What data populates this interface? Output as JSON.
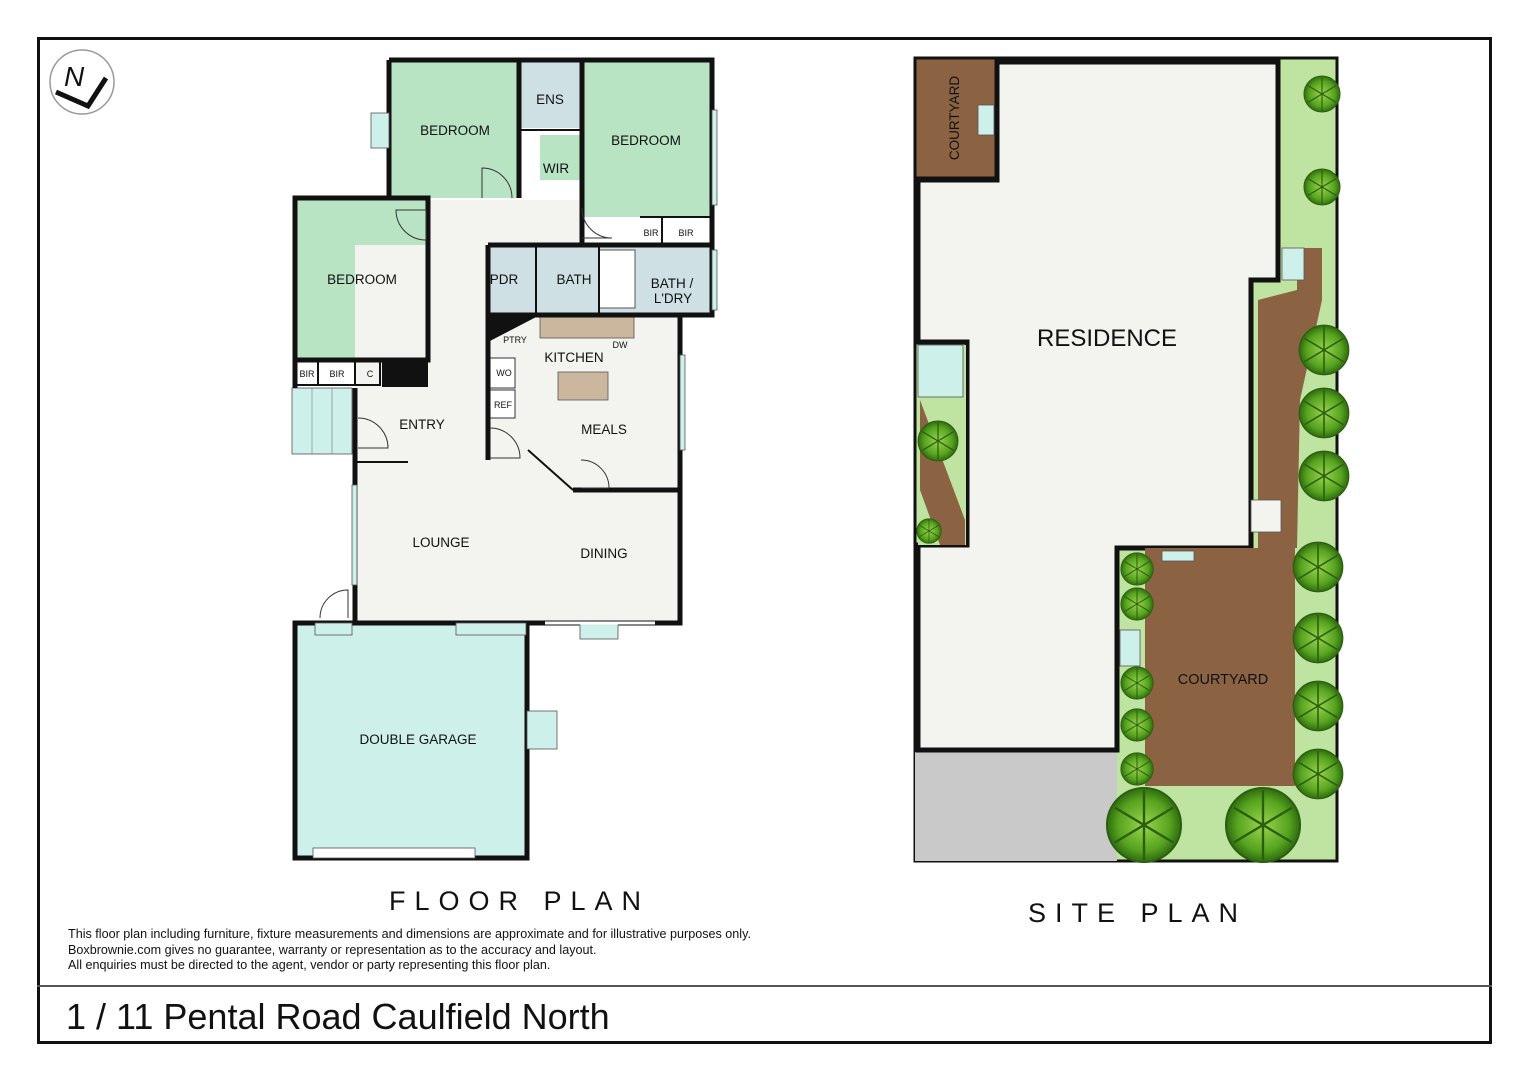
{
  "floor_plan": {
    "title": "FLOOR PLAN",
    "rooms": {
      "bedroom_1": "BEDROOM",
      "bedroom_2": "BEDROOM",
      "bedroom_3": "BEDROOM",
      "ensuite": "ENS",
      "wir": "WIR",
      "bir_1": "BIR",
      "bir_2": "BIR",
      "bir_3": "BIR",
      "bir_4": "BIR",
      "linen": "C",
      "powder": "PDR",
      "bath": "BATH",
      "bath_laundry_1": "BATH /",
      "bath_laundry_2": "L'DRY",
      "pantry": "PTRY",
      "kitchen": "KITCHEN",
      "dishwasher": "DW",
      "wall_oven": "WO",
      "fridge": "REF",
      "entry": "ENTRY",
      "meals": "MEALS",
      "lounge": "LOUNGE",
      "dining": "DINING",
      "garage": "DOUBLE GARAGE"
    }
  },
  "site_plan": {
    "title": "SITE PLAN",
    "residence": "RESIDENCE",
    "courtyard_rear": "COURTYARD",
    "courtyard_main": "COURTYARD"
  },
  "compass": {
    "letter": "N"
  },
  "disclaimer": [
    "This floor plan including furniture, fixture measurements and dimensions are approximate and for illustrative purposes only.",
    "Boxbrownie.com gives no guarantee, warranty or representation as to the accuracy and layout.",
    "All enquiries must be directed to the agent, vendor or party representing this floor plan."
  ],
  "address": "1 / 11 Pental Road Caulfield North",
  "colors": {
    "bedroom": "#b8e4c4",
    "living": "#f3f4f0",
    "wet_area": "#cfe0e4",
    "garage": "#cdf0ea",
    "decking": "#8b6343",
    "lawn": "#bfe3a0",
    "driveway": "#c9c9c9",
    "wall": "#111111",
    "tree": "#5aa423"
  }
}
